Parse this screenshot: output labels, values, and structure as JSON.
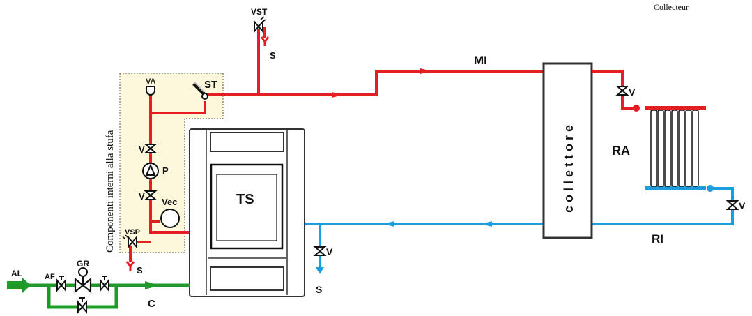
{
  "corner_label": "Collecteur",
  "labels": {
    "vst": "VST",
    "s_top": "S",
    "mi": "MI",
    "st": "ST",
    "va": "VA",
    "v_internal_top": "V",
    "p": "P",
    "v_internal_bottom": "V",
    "vec": "Vec",
    "vsp": "VSP",
    "s_vsp": "S",
    "ts": "TS",
    "v_drain": "V",
    "s_drain": "S",
    "collettore": "c o l l e t t o r e",
    "v_top_right": "V",
    "ra": "RA",
    "v_right": "V",
    "ri": "RI",
    "al": "AL",
    "af": "AF",
    "gr": "GR",
    "c": "C",
    "internal_box": "Componenti interni alla stufa"
  },
  "colors": {
    "supply": "#e31e24",
    "return": "#1d9de0",
    "inlet": "#1f9a2a",
    "internal_box_fill": "#fdf8dc"
  },
  "icons": [
    "valve-icon",
    "pump-icon",
    "expansion-vessel-icon",
    "safety-valve-icon",
    "thermostat-sensor-icon",
    "air-vent-icon",
    "drain-icon",
    "radiator-icon",
    "pressure-reducer-icon",
    "arrow-icon"
  ]
}
